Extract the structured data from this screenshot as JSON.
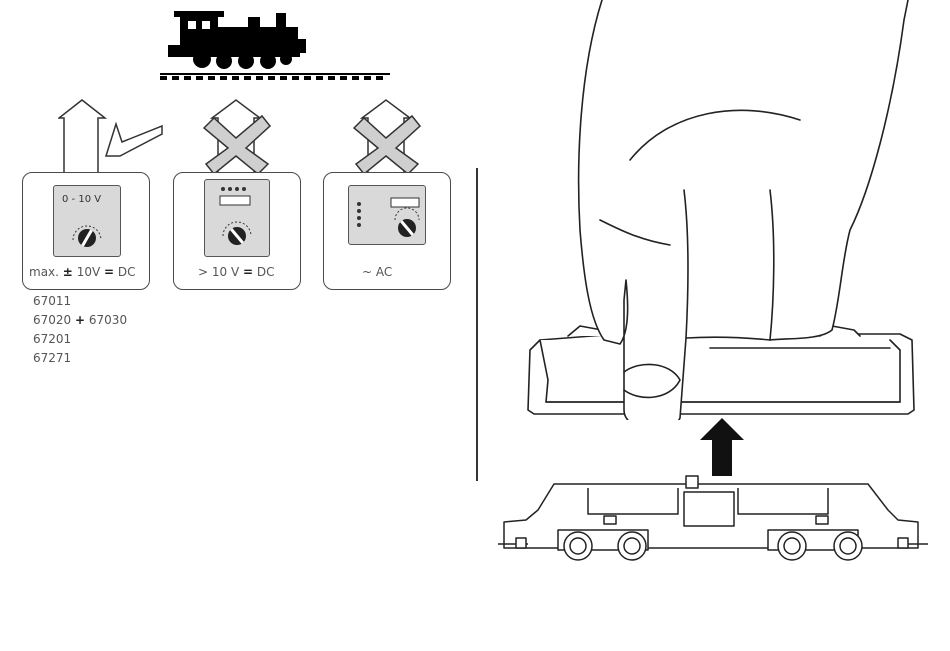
{
  "panels": [
    {
      "controller_label": "0 - 10 V",
      "caption_prefix": "max.",
      "caption_sign": "±",
      "caption_value": "10V",
      "caption_eq": "=",
      "caption_type": "DC",
      "verdict": "check"
    },
    {
      "controller_label": "",
      "caption_prefix": ">",
      "caption_value": "10 V",
      "caption_eq": "=",
      "caption_type": "DC",
      "verdict": "cross"
    },
    {
      "controller_label": "",
      "caption_prefix": "~",
      "caption_type": "AC",
      "verdict": "cross"
    }
  ],
  "compatible_items": [
    {
      "text": "67011"
    },
    {
      "text_a": "67020",
      "joiner": "+",
      "text_b": "67030"
    },
    {
      "text": "67201"
    },
    {
      "text": "67271"
    }
  ],
  "illustration": {
    "loco_icon": "steam-locomotive-icon",
    "hand_icon": "hand-lifting-body-icon",
    "arrow_icon": "up-arrow-icon",
    "chassis_icon": "locomotive-chassis-icon"
  }
}
